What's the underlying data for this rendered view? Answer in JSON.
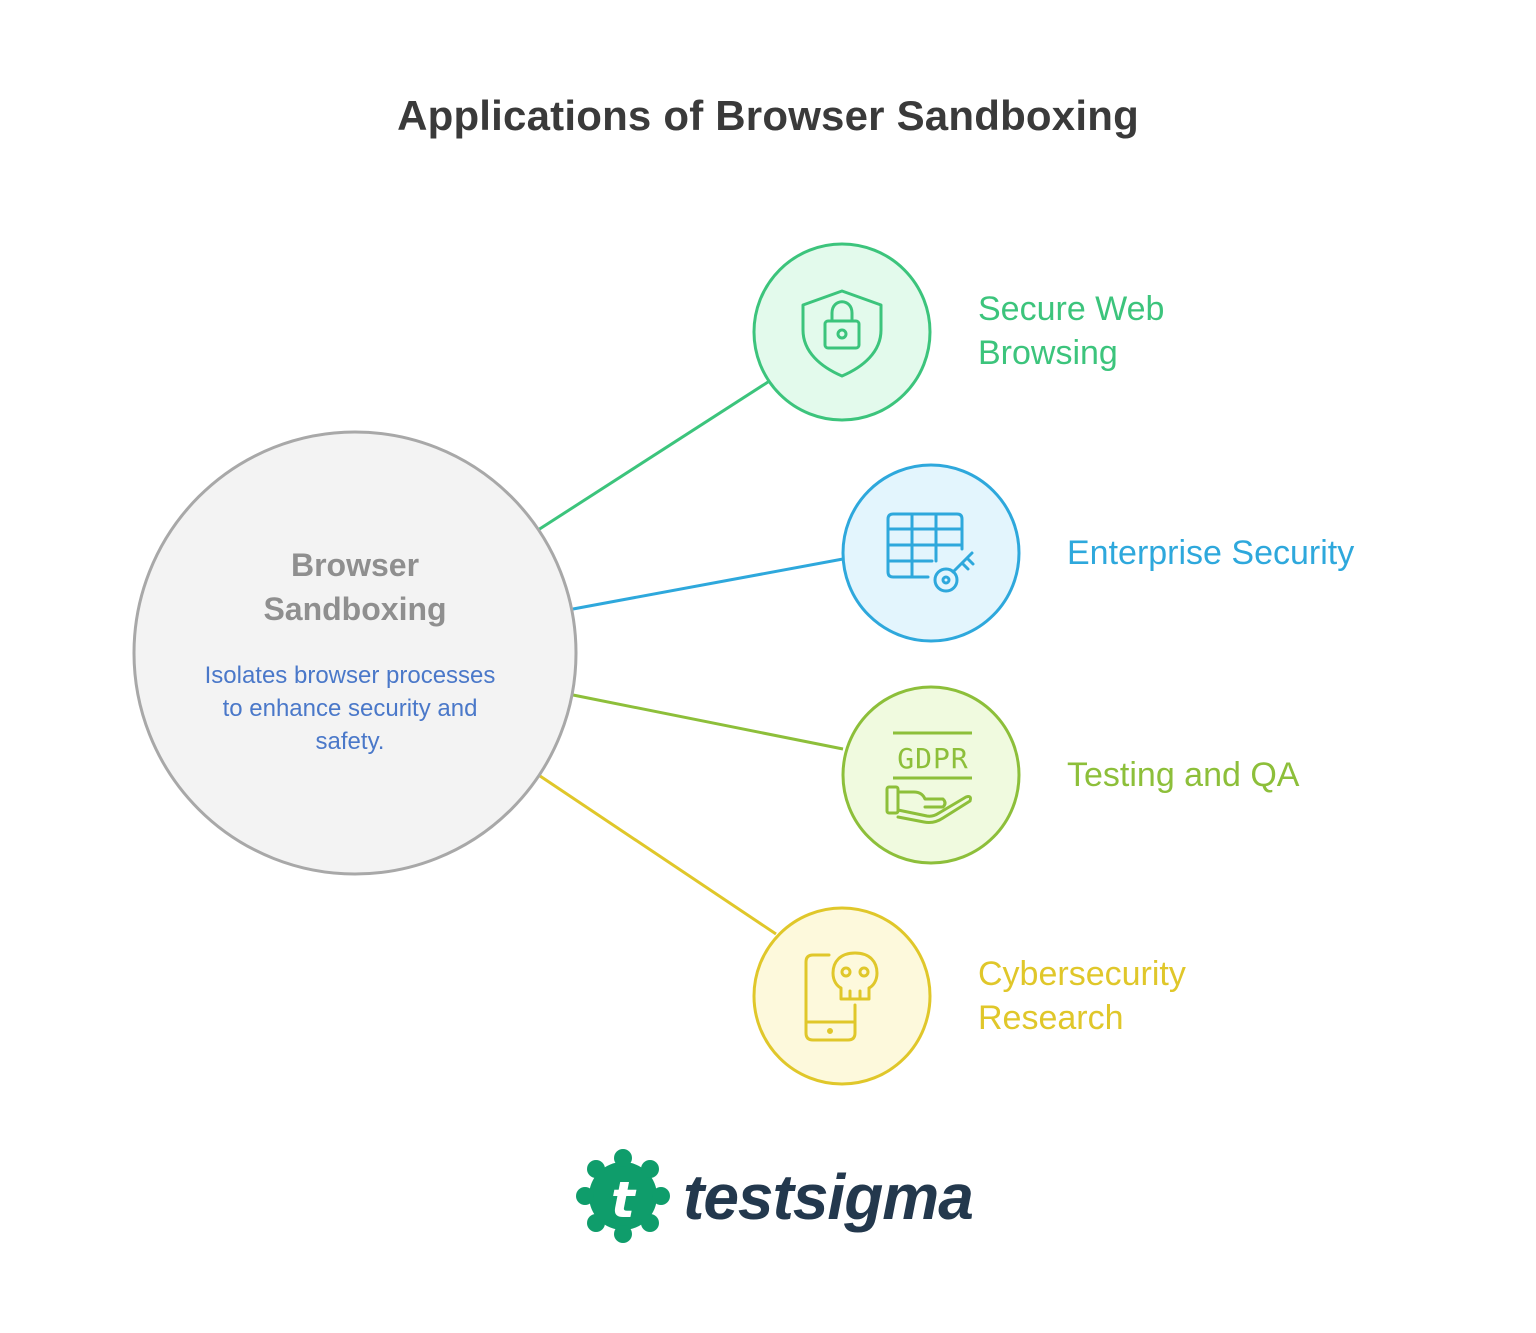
{
  "title": "Applications of Browser Sandboxing",
  "center": {
    "title": "Browser Sandboxing",
    "description": "Isolates browser processes to enhance security and safety."
  },
  "items": [
    {
      "label": "Secure Web Browsing",
      "icon": "shield-lock-icon",
      "color": "#3cc47c",
      "fill": "#e3faec"
    },
    {
      "label": "Enterprise Security",
      "icon": "table-key-icon",
      "color": "#2ea8dc",
      "fill": "#e3f5fd"
    },
    {
      "label": "Testing and QA",
      "icon": "gdpr-hand-icon",
      "color": "#8dbf3a",
      "fill": "#f0fadf"
    },
    {
      "label": "Cybersecurity Research",
      "icon": "phone-skull-icon",
      "color": "#e0c72a",
      "fill": "#fdf9dc"
    }
  ],
  "brand": {
    "name": "testsigma",
    "logo_letter": "t",
    "color": "#0f9d6b",
    "text_color": "#23384d"
  }
}
